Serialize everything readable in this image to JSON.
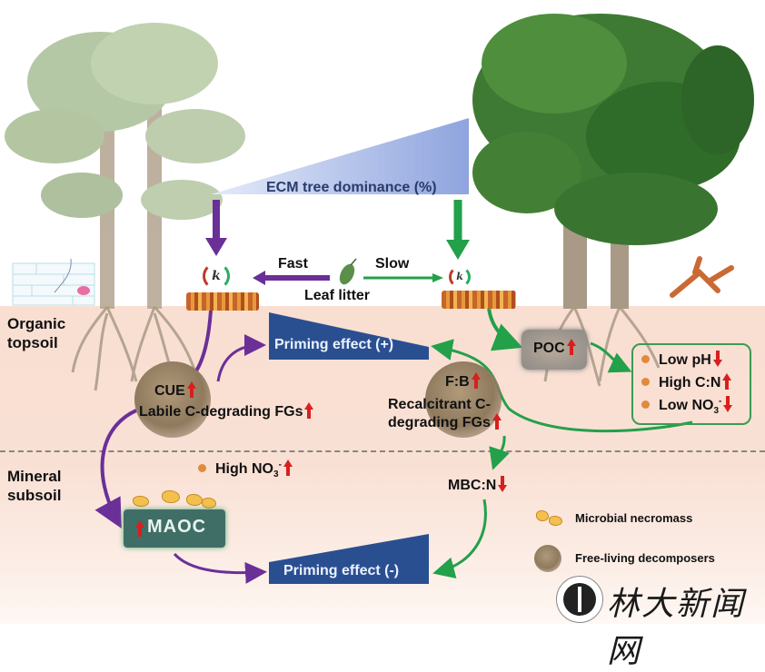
{
  "diagram": {
    "gradient_label": "ECM tree dominance (%)",
    "litter": {
      "center_label": "Leaf litter",
      "fast_label": "Fast",
      "slow_label": "Slow",
      "decomposition_rate_symbol": "k"
    },
    "layers": {
      "topsoil": [
        "Organic",
        "topsoil"
      ],
      "subsoil": [
        "Mineral",
        "subsoil"
      ]
    },
    "topsoil_left": {
      "cue_label": "CUE",
      "cue_trend": "up",
      "fgs_label": "Labile C-degrading FGs",
      "fgs_trend": "up"
    },
    "priming_positive": "Priming effect (+)",
    "priming_negative": "Priming effect (-)",
    "topsoil_right": {
      "fb_label": "F:B",
      "fb_trend": "up",
      "fgs_label_line1": "Recalcitrant C-",
      "fgs_label_line2": "degrading FGs",
      "fgs_trend": "up"
    },
    "poc": {
      "label": "POC",
      "trend": "up"
    },
    "conditions": [
      {
        "label": "Low pH",
        "trend": "down"
      },
      {
        "label": "High C:N",
        "trend": "up"
      },
      {
        "label": "Low NO",
        "sub": "3",
        "sup": "-",
        "trend": "down"
      }
    ],
    "subsoil_left": {
      "nitrate_label": "High NO",
      "nitrate_sub": "3",
      "nitrate_sup": "-",
      "nitrate_trend": "up",
      "maoc_label": "MAOC",
      "maoc_trend": "up"
    },
    "subsoil_right": {
      "mbcn_label": "MBC:N",
      "mbcn_trend": "down"
    },
    "legend": [
      {
        "icon": "microbial-necromass-icon",
        "label": "Microbial necromass"
      },
      {
        "icon": "free-living-decomposers-icon",
        "label": "Free-living decomposers"
      }
    ],
    "watermark": {
      "text": "林大新闻网"
    },
    "colors": {
      "am_pathway": "#6b2f98",
      "ecm_pathway": "#23a04a",
      "priming_box": "#2a4f91",
      "increase_arrow": "#d81f1f",
      "soil": "#f9dfd2"
    }
  }
}
